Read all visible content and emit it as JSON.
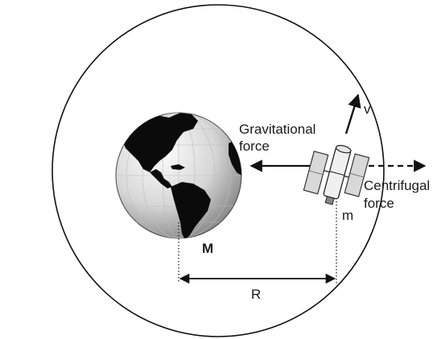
{
  "labels": {
    "gravitational_line1": "Gravitational",
    "gravitational_line2": "force",
    "centrifugal_line1": "Centrifugal",
    "centrifugal_line2": "force",
    "velocity": "v",
    "planet_mass": "M",
    "satellite_mass": "m",
    "radius": "R"
  },
  "colors": {
    "line": "#111111",
    "ocean_light": "#fafafa",
    "ocean_dark": "#8a8a8a",
    "land": "#0b0b0b",
    "satellite_panel": "#d8d8d8",
    "satellite_body": "#f0f0f0"
  }
}
